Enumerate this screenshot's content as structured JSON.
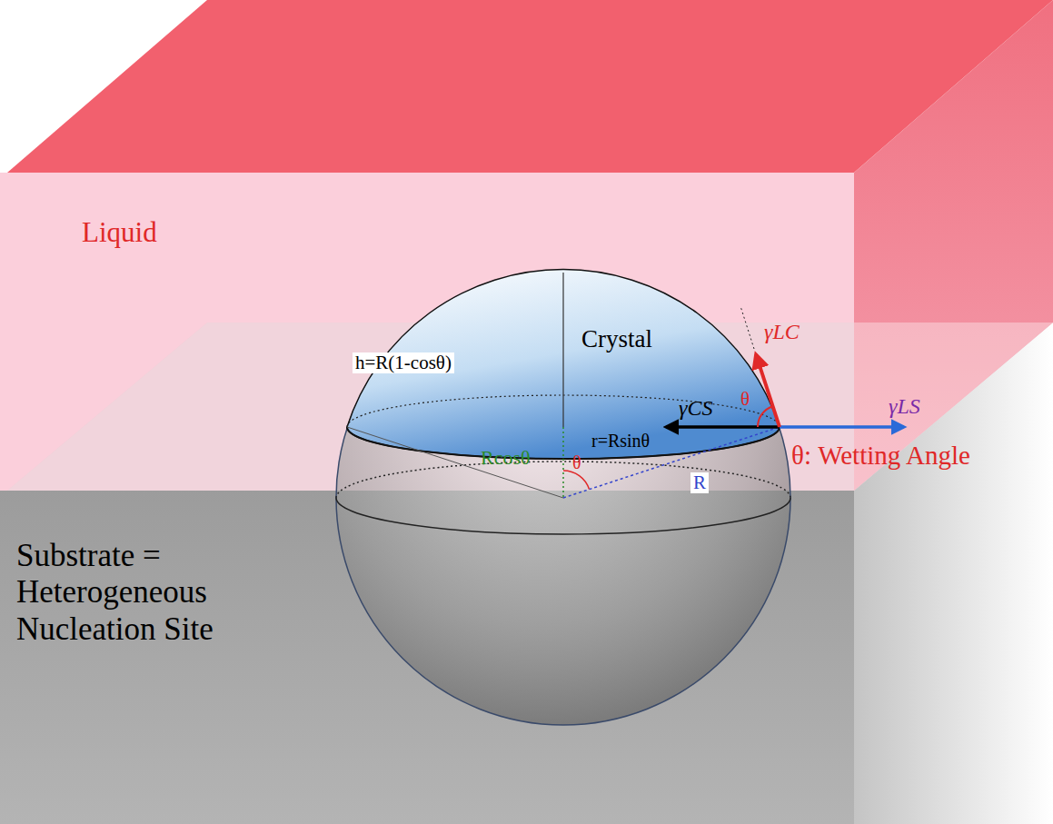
{
  "diagram": {
    "nodes": [
      {
        "text": [
          "Liquid"
        ]
      },
      {
        "text": [
          "Crystal"
        ]
      },
      {
        "text": [
          "Substrate = Heterogeneous Nucleation Site"
        ]
      }
    ],
    "labels": [
      "h=R(1-cosθ)",
      "γLC",
      "γCS",
      "θ",
      "γLS",
      "θ: Wetting Angle",
      "r=Rsinθ",
      "Rcosθ",
      "θ",
      "R"
    ]
  }
}
